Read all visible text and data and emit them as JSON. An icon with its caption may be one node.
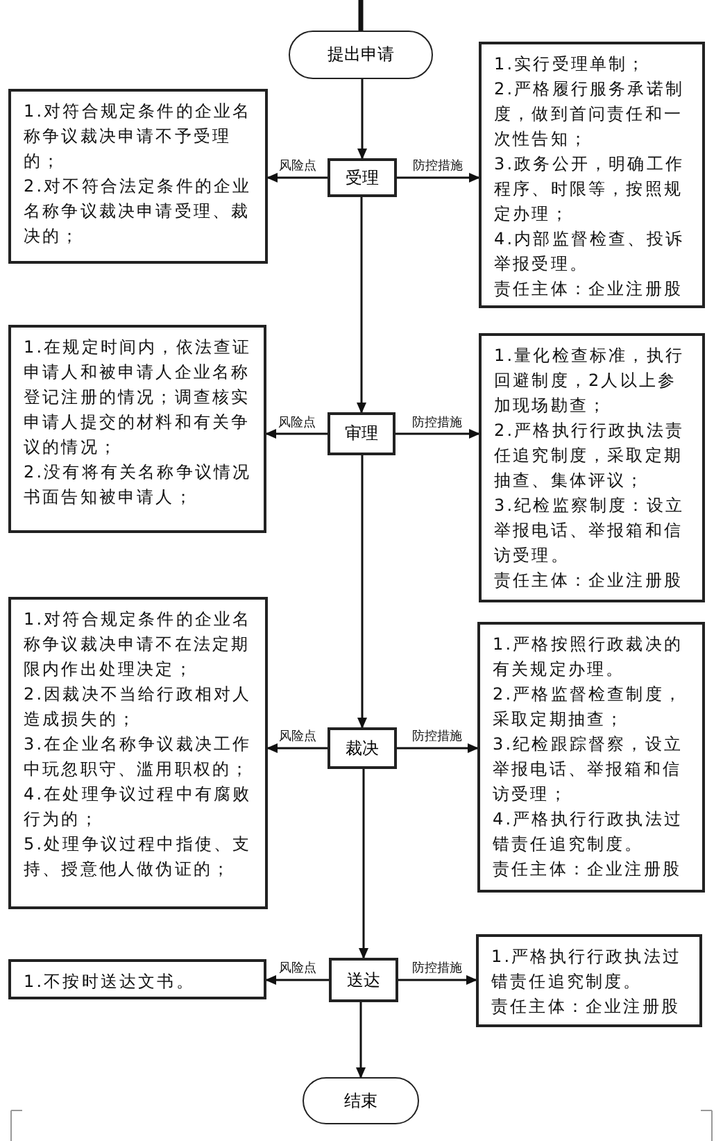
{
  "diagram": {
    "nodes": [
      {
        "text": [
          "提出申请"
        ]
      },
      {
        "text": [
          "1.对符合规定条件的企业名称争议裁决申请不予受理的；",
          "2.对不符合法定条件的企业名称争议裁决申请受理、裁决的；"
        ]
      },
      {
        "text": [
          "受理"
        ]
      },
      {
        "text": [
          "1.实行受理单制；",
          "2.严格履行服务承诺制度，做到首问责任和一次性告知；",
          "3.政务公开，明确工作程序、时限等，按照规定办理；",
          "4.内部监督检查、投诉举报受理。",
          "责任主体：企业注册股"
        ]
      },
      {
        "text": [
          "1.在规定时间内，依法查证申请人和被申请人企业名称登记注册的情况；调查核实申请人提交的材料和有关争议的情况；",
          "2.没有将有关名称争议情况书面告知被申请人；"
        ]
      },
      {
        "text": [
          "审理"
        ]
      },
      {
        "text": [
          "1.量化检查标准，执行回避制度，2人以上参加现场勘查；",
          "2.严格执行行政执法责任追究制度，采取定期抽查、集体评议；",
          "3.纪检监察制度：设立举报电话、举报箱和信访受理。",
          "责任主体：企业注册股"
        ]
      },
      {
        "text": [
          "1.对符合规定条件的企业名称争议裁决申请不在法定期限内作出处理决定；",
          "2.因裁决不当给行政相对人造成损失的；",
          "3.在企业名称争议裁决工作中玩忽职守、滥用职权的；",
          "4.在处理争议过程中有腐败行为的；",
          "5.处理争议过程中指使、支持、授意他人做伪证的；"
        ]
      },
      {
        "text": [
          "裁决"
        ]
      },
      {
        "text": [
          "1.严格按照行政裁决的有关规定办理。",
          "2.严格监督检查制度，采取定期抽查；",
          "3.纪检跟踪督察，设立举报电话、举报箱和信访受理；",
          "4.严格执行行政执法过错责任追究制度。",
          "责任主体：企业注册股"
        ]
      },
      {
        "text": [
          "1.不按时送达文书。"
        ]
      },
      {
        "text": [
          "送达"
        ]
      },
      {
        "text": [
          "1.严格执行行政执法过错责任追究制度。",
          "责任主体：企业注册股"
        ]
      },
      {
        "text": [
          "结束"
        ]
      }
    ],
    "edges": [
      {
        "from": null,
        "to": 0,
        "arrow": "none",
        "style": "thick"
      },
      {
        "from": 0,
        "to": 2,
        "arrow": "to"
      },
      {
        "from": 2,
        "to": 1,
        "arrow": "to",
        "label": "风险点"
      },
      {
        "from": 2,
        "to": 3,
        "arrow": "to",
        "label": "防控措施"
      },
      {
        "from": 2,
        "to": 5,
        "arrow": "to"
      },
      {
        "from": 5,
        "to": 4,
        "arrow": "to",
        "label": "风险点"
      },
      {
        "from": 5,
        "to": 6,
        "arrow": "to",
        "label": "防控措施"
      },
      {
        "from": 5,
        "to": 8,
        "arrow": "to"
      },
      {
        "from": 8,
        "to": 7,
        "arrow": "to",
        "label": "风险点"
      },
      {
        "from": 8,
        "to": 9,
        "arrow": "to",
        "label": "防控措施"
      },
      {
        "from": 8,
        "to": 11,
        "arrow": "to"
      },
      {
        "from": 11,
        "to": 10,
        "arrow": "to",
        "label": "风险点"
      },
      {
        "from": 11,
        "to": 12,
        "arrow": "to",
        "label": "防控措施"
      },
      {
        "from": 11,
        "to": 13,
        "arrow": "to"
      }
    ]
  }
}
